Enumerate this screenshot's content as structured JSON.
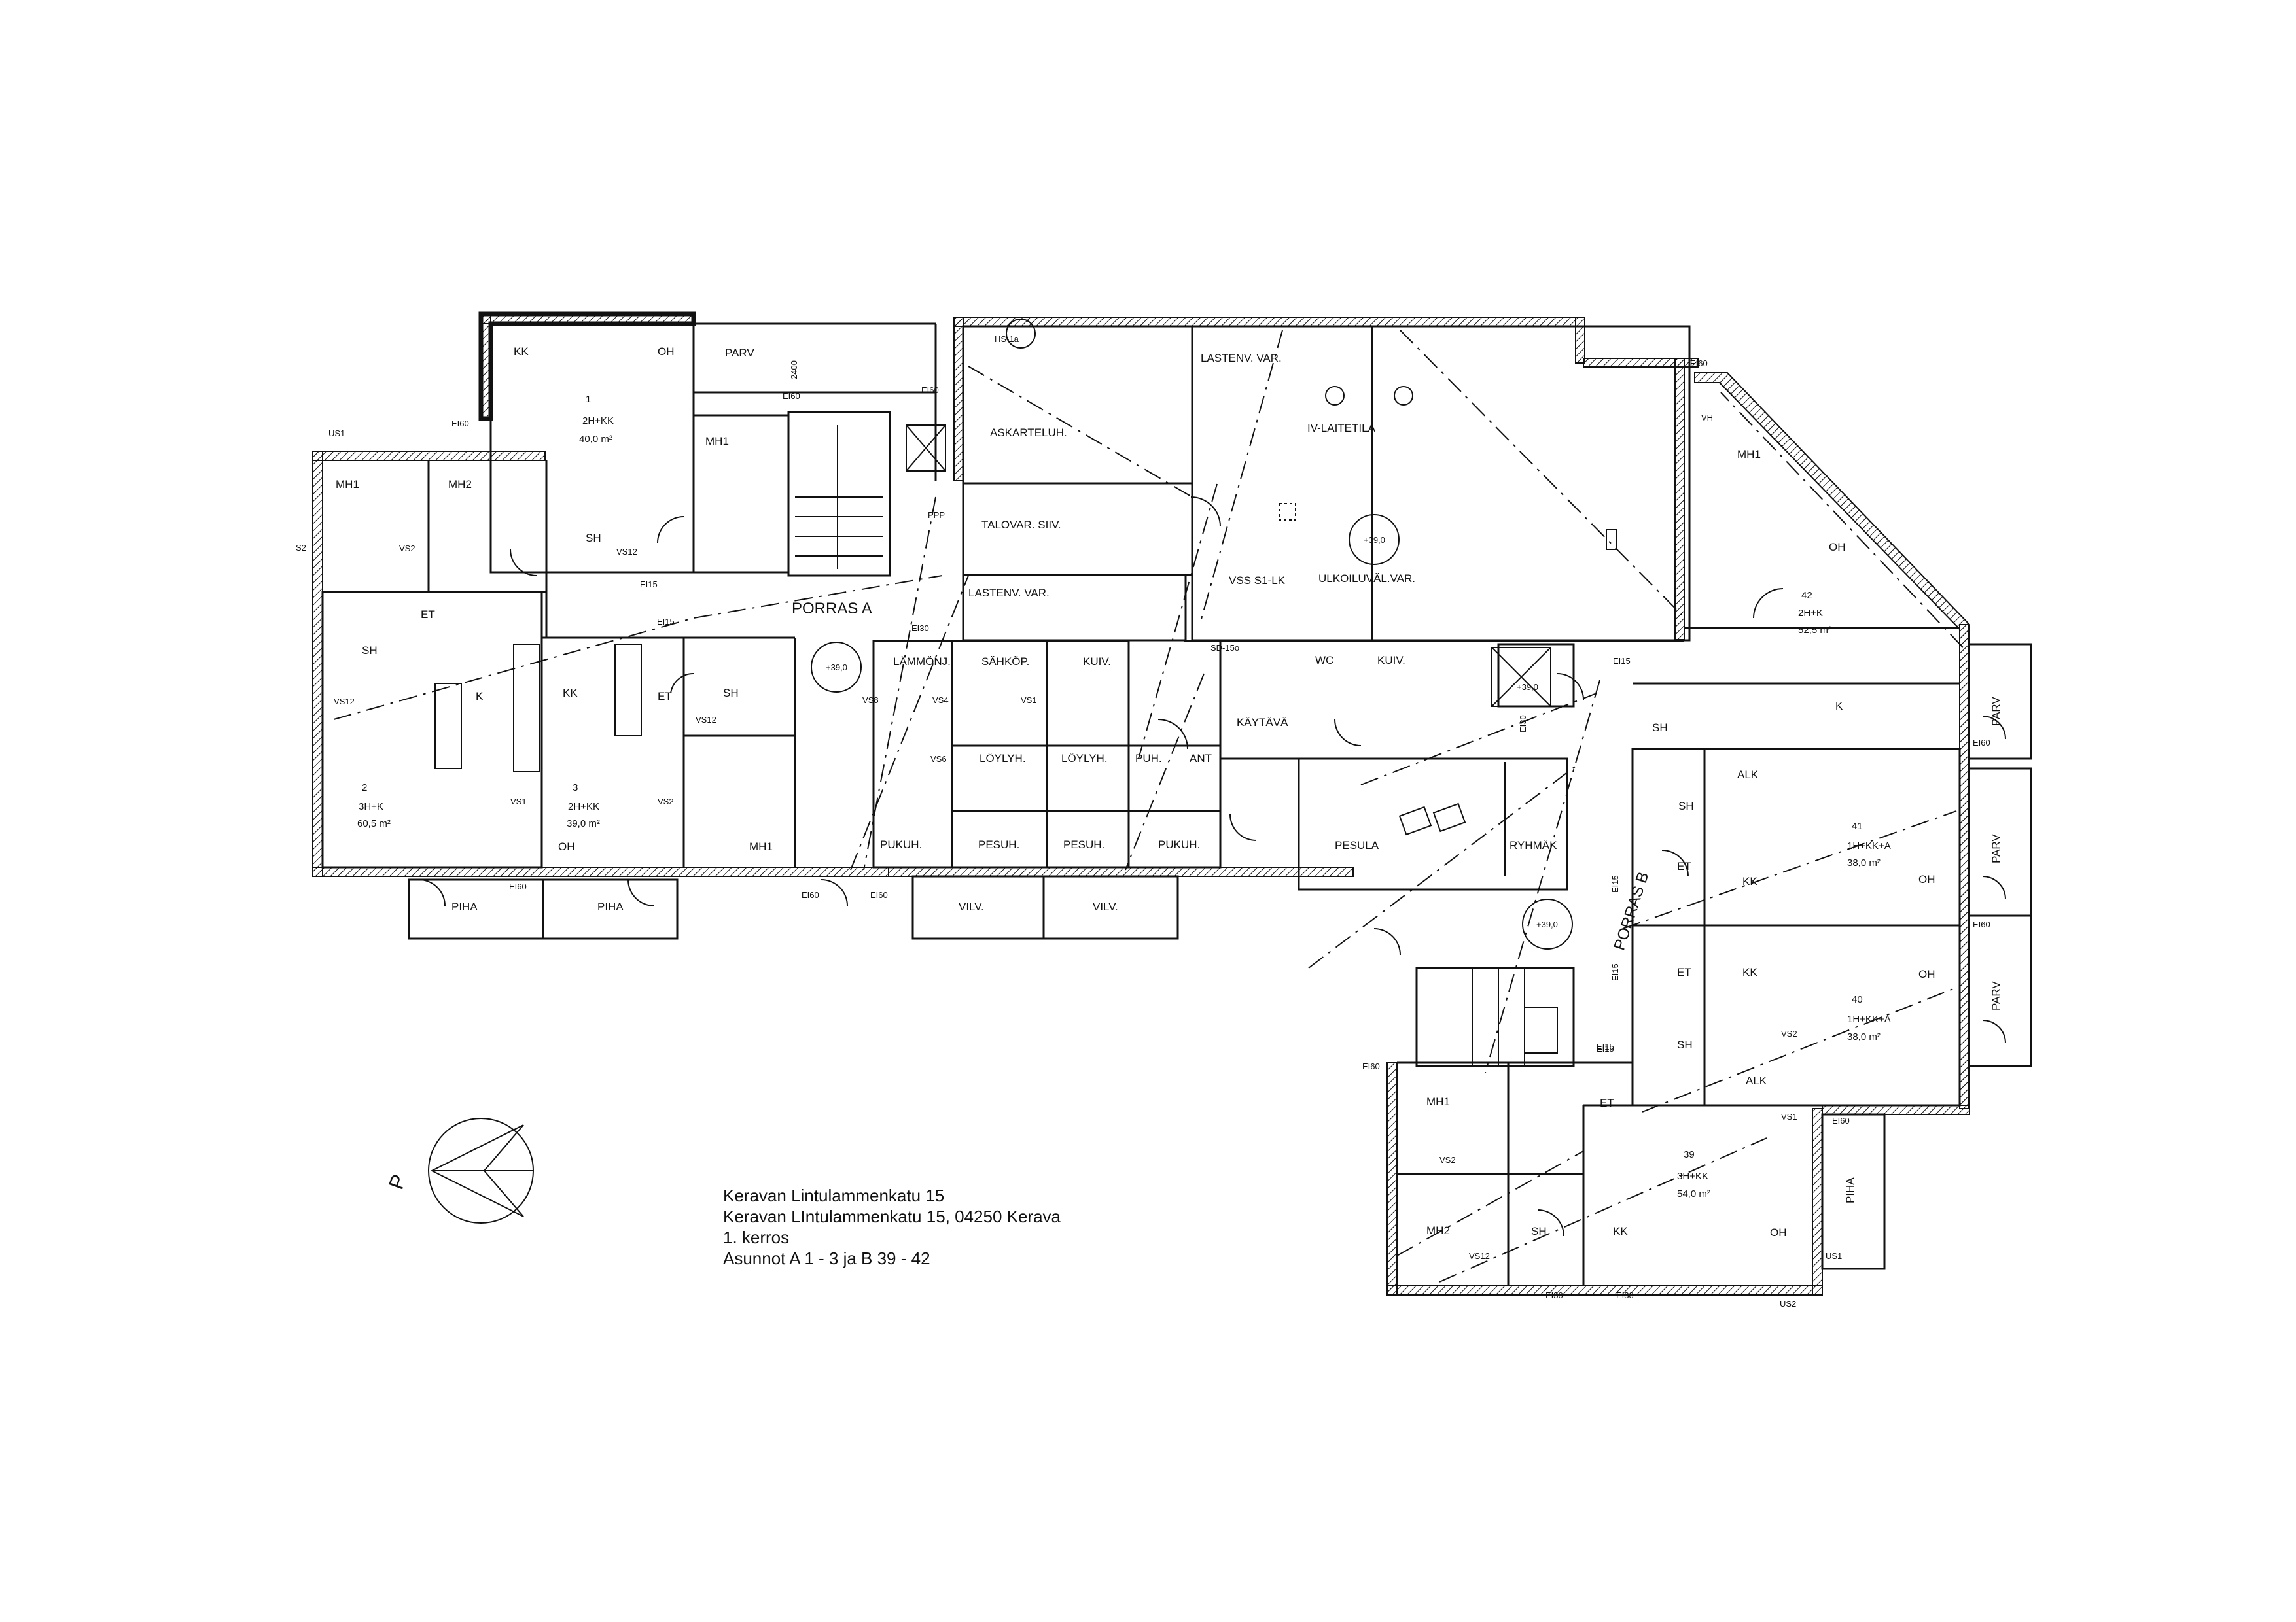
{
  "title_block": {
    "line1": "Keravan Lintulammenkatu 15",
    "line2": "Keravan LIntulammenkatu 15, 04250 Kerava",
    "line3": "1. kerros",
    "line4": "Asunnot A 1 - 3 ja B 39 - 42"
  },
  "compass": {
    "label": "P"
  },
  "stairwells": {
    "a": "PORRAS A",
    "b": "PORRAS B"
  },
  "levels": {
    "a": "+39,0",
    "b": "+39,0",
    "c": "+39,0",
    "d": "+39,0"
  },
  "apartments": {
    "a1": {
      "number": "1",
      "type": "2H+KK",
      "area": "40,0 m²"
    },
    "a2": {
      "number": "2",
      "type": "3H+K",
      "area": "60,5 m²"
    },
    "a3": {
      "number": "3",
      "type": "2H+KK",
      "area": "39,0 m²"
    },
    "b39": {
      "number": "39",
      "type": "3H+KK",
      "area": "54,0 m²"
    },
    "b40": {
      "number": "40",
      "type": "1H+KK+A",
      "area": "38,0 m²"
    },
    "b41": {
      "number": "41",
      "type": "1H+KK+A",
      "area": "38,0 m²"
    },
    "b42": {
      "number": "42",
      "type": "2H+K",
      "area": "52,5 m²"
    }
  },
  "rooms": {
    "kk": "KK",
    "oh": "OH",
    "parv": "PARV",
    "mh1": "MH1",
    "mh2": "MH2",
    "sh": "SH",
    "et": "ET",
    "k": "K",
    "alk": "ALK",
    "piha": "PIHA",
    "askarteluh": "ASKARTELUH.",
    "lastenv_var": "LASTENV. VAR.",
    "talovar_siiv": "TALOVAR. SIIV.",
    "iv_laitetila": "IV-LAITETILA",
    "ulkoiluval_var": "ULKOILUVÄL.VAR.",
    "vss": "VSS S1-LK",
    "lammonj": "LÄMMÖNJ.",
    "sahkop": "SÄHKÖP.",
    "kuiv": "KUIV.",
    "loylyh": "LÖYLYH.",
    "puh": "PUH.",
    "ant": "ANT",
    "pukuh": "PUKUH.",
    "pesuh": "PESUH.",
    "vilv": "VILV.",
    "kaytava": "KÄYTÄVÄ",
    "pesula": "PESULA",
    "ryhmak": "RYHMÄK",
    "wc": "WC",
    "vh": "VH"
  },
  "tags": {
    "us1": "US1",
    "us2": "US2",
    "s2": "S2",
    "vs1": "VS1",
    "vs2": "VS2",
    "vs4": "VS4",
    "vs6": "VS6",
    "vs8": "VS8",
    "vs12": "VS12",
    "ei60": "EI60",
    "ei30": "EI30",
    "ei15": "EI15",
    "dim2400": "2400",
    "hs": "HS-1a",
    "sd": "SD-15o",
    "ppp": "PPP"
  }
}
